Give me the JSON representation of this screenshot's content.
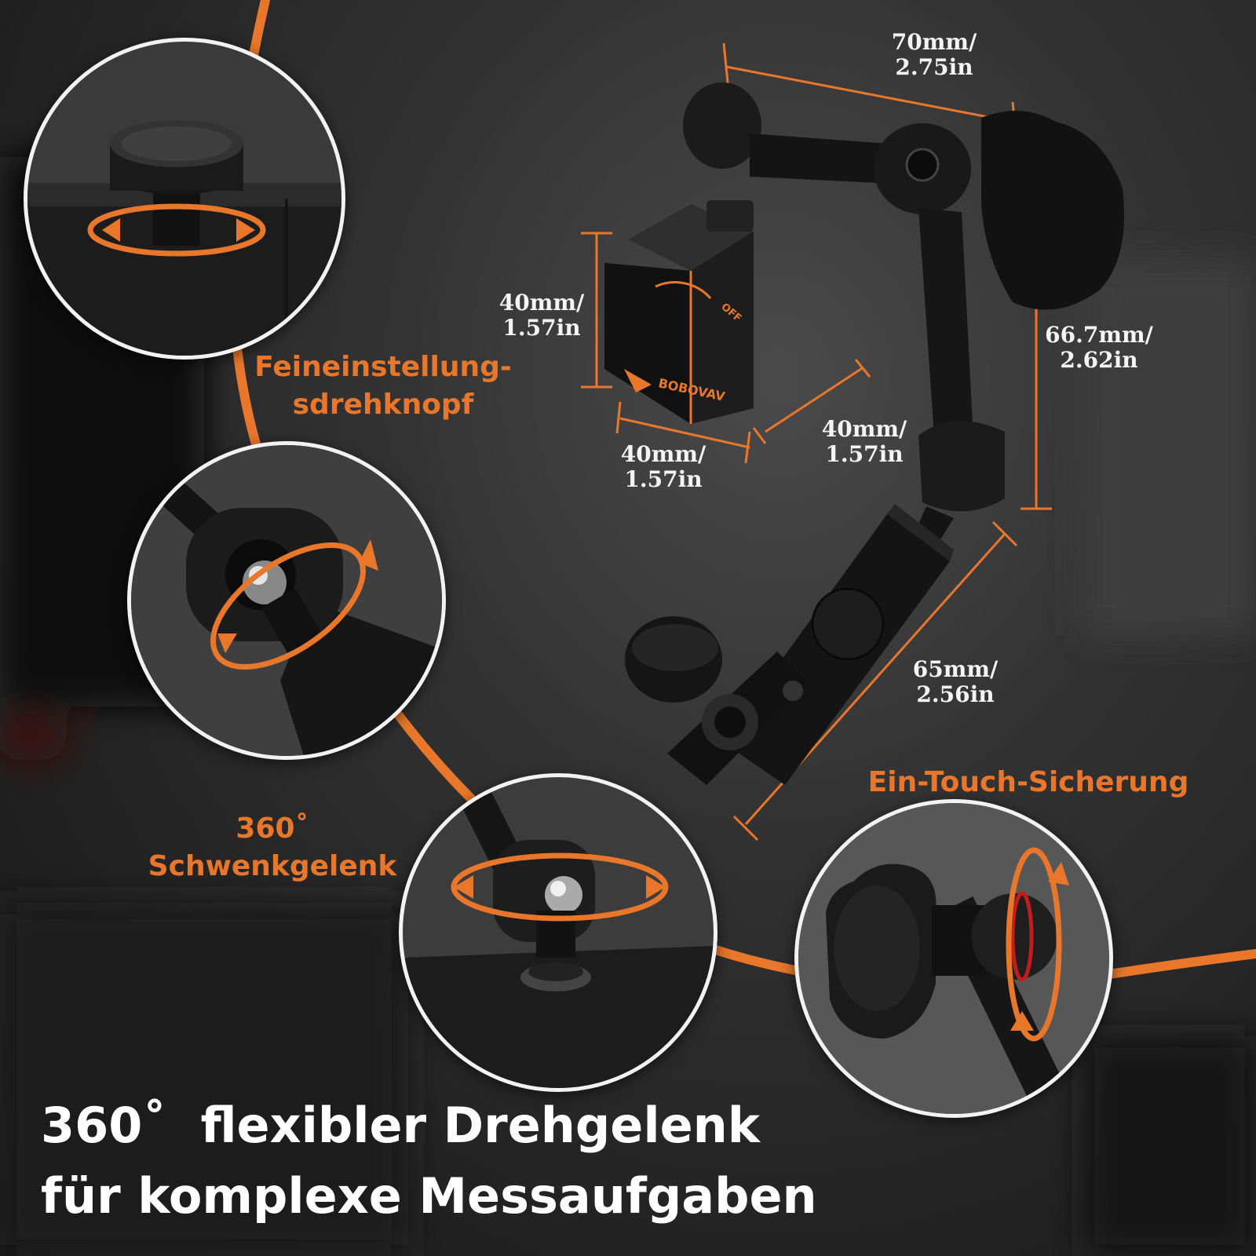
{
  "colors": {
    "accent": "#e8772c",
    "text": "#ffffff",
    "background": "#2b2b2b"
  },
  "product": {
    "brand": "BOBOVAV",
    "switch_label": "OFF"
  },
  "dimensions": {
    "arm_width": "70mm/\n2.75in",
    "base_height": "40mm/\n1.57in",
    "base_width": "40mm/\n1.57in",
    "base_depth": "40mm/\n1.57in",
    "arm_height": "66.7mm/\n2.62in",
    "clamp_length": "65mm/\n2.56in"
  },
  "features": {
    "fine_knob": "Feineinstellung-\nsdrehknopf",
    "swivel": "360˚\nSchwenkgelenk",
    "lock": "Ein-Touch-Sicherung"
  },
  "headline": {
    "line1": "360˚  flexibler Drehgelenk",
    "line2": "für komplexe Messaufgaben"
  }
}
